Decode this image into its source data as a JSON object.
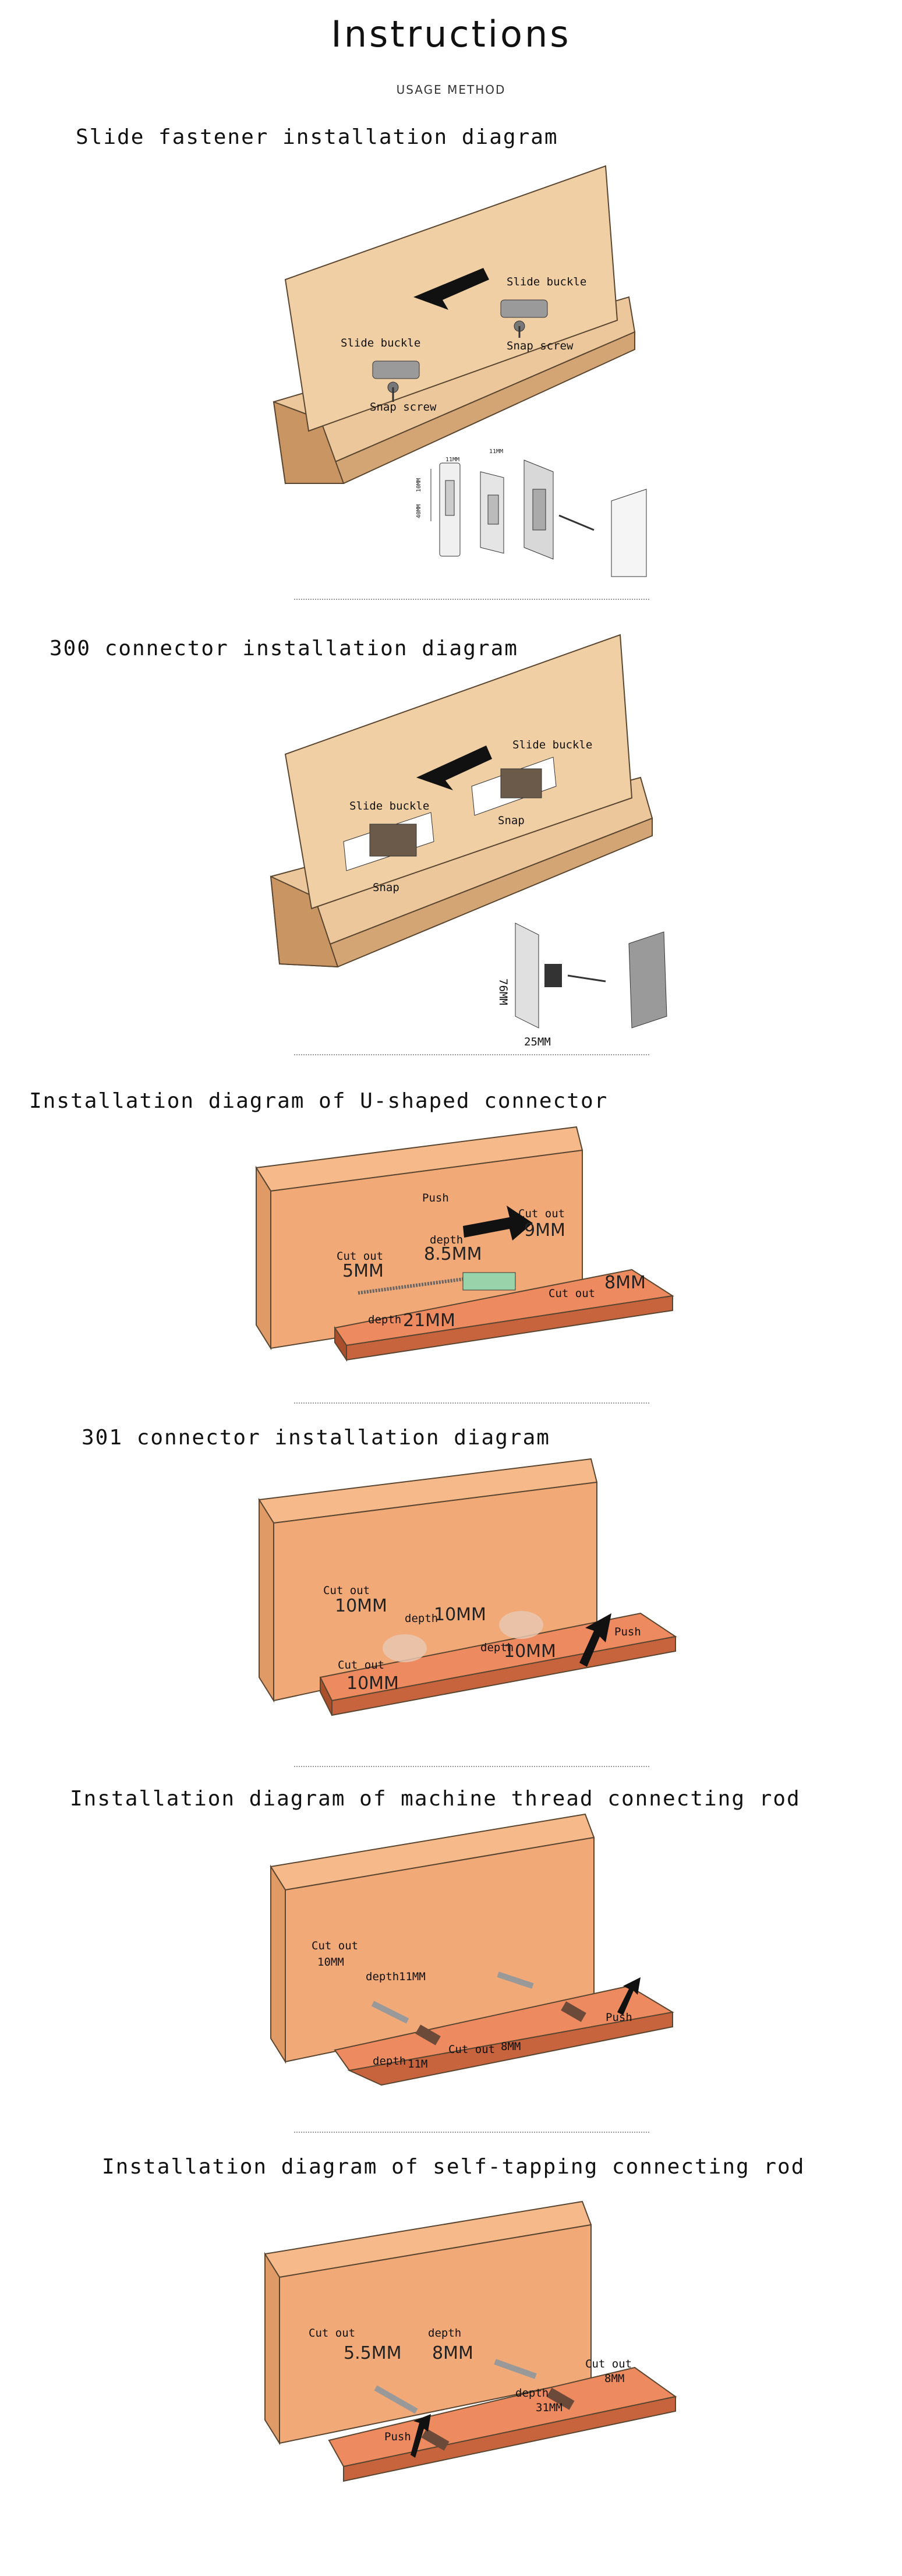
{
  "header": {
    "title": "Instructions",
    "subtitle": "USAGE METHOD"
  },
  "sections": [
    {
      "title": "Slide fastener installation diagram",
      "labels": {
        "buckle_left": "Slide buckle",
        "buckle_right": "Slide buckle",
        "screw_left": "Snap screw",
        "screw_right": "Snap screw",
        "dim_top": "11MM",
        "dim_side1": "10MM",
        "dim_side2": "40MM",
        "dim_right": "11MM"
      }
    },
    {
      "title": "300 connector installation diagram",
      "labels": {
        "buckle_left": "Slide buckle",
        "buckle_right": "Slide buckle",
        "snap_left": "Snap",
        "snap_right": "Snap",
        "dim_height": "76MM",
        "dim_width": "25MM"
      }
    },
    {
      "title": "Installation diagram of U-shaped connector",
      "labels": {
        "push": "Push",
        "cutout_right": "Cut out",
        "cutout_right_val": "9MM",
        "depth_top": "depth",
        "depth_top_val": "8.5MM",
        "cutout_left": "Cut out",
        "cutout_left_val": "5MM",
        "cutout_board": "Cut out",
        "cutout_board_val": "8MM",
        "depth_bottom": "depth",
        "depth_bottom_val": "21MM"
      }
    },
    {
      "title": "301 connector installation diagram",
      "labels": {
        "cutout_top": "Cut out",
        "cutout_top_val": "10MM",
        "depth_top": "depth",
        "depth_top_val": "10MM",
        "cutout_bottom": "Cut out",
        "cutout_bottom_val": "10MM",
        "depth_board": "depth",
        "depth_board_val": "10MM",
        "push": "Push"
      }
    },
    {
      "title": "Installation diagram of machine thread connecting rod",
      "labels": {
        "cutout_top": "Cut out",
        "cutout_top_val": "10MM",
        "depth_top": "depth",
        "depth_top_val": "11MM",
        "depth_board": "depth",
        "depth_board_val": "11M",
        "cutout_board": "Cut out",
        "cutout_board_val": "8MM",
        "push": "Push"
      }
    },
    {
      "title": "Installation diagram of self-tapping connecting rod",
      "labels": {
        "cutout_left": "Cut out",
        "cutout_left_val": "5.5MM",
        "depth_top": "depth",
        "depth_top_val": "8MM",
        "depth_board": "depth",
        "depth_board_val": "31MM",
        "cutout_right": "Cut out",
        "cutout_right_val": "8MM",
        "push": "Push"
      }
    }
  ],
  "colors": {
    "wood_light": "#ecc79b",
    "wood_dark": "#d4a574",
    "salmon": "#f2a978",
    "salmon_dark": "#d9865a",
    "board": "#ee8a5f",
    "board_dark": "#c8643d",
    "hardware": "#8a8a8a",
    "text": "#111111"
  }
}
